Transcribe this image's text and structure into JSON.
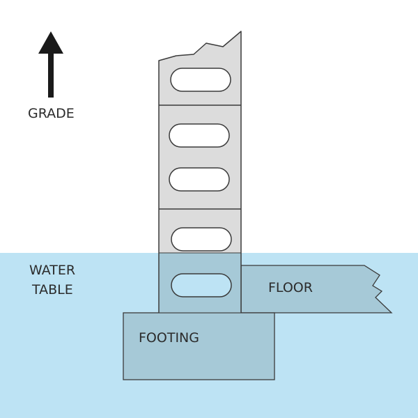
{
  "diagram": {
    "labels": {
      "grade": "GRADE",
      "water_table_line1": "WATER",
      "water_table_line2": "TABLE",
      "floor": "FLOOR",
      "footing": "FOOTING"
    },
    "colors": {
      "water": "#bde3f4",
      "wall_block": "#dcdcdc",
      "submerged_solid": "#a6c9d7",
      "submerged_cavity": "#bde3f4",
      "outline": "#3a3a3a",
      "arrow": "#1a1a1a"
    },
    "icons": {
      "grade_arrow": "arrow-up-icon"
    }
  }
}
